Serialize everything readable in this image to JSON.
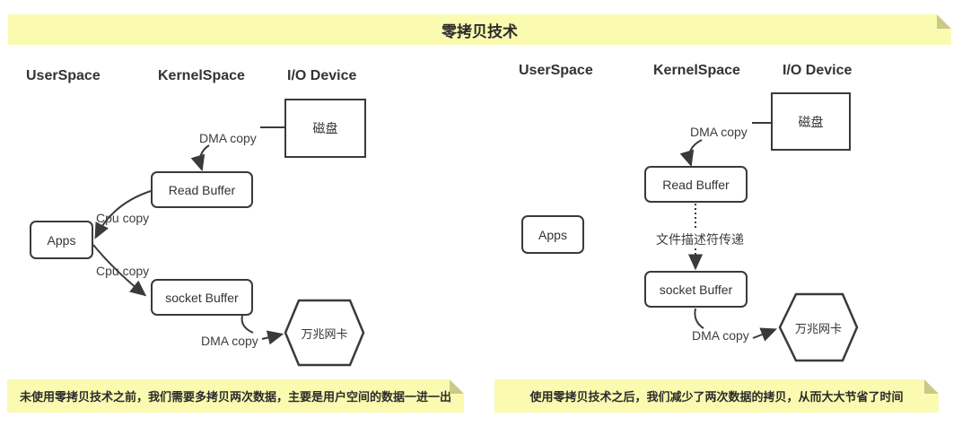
{
  "title_banner": {
    "text": "零拷贝技术"
  },
  "colors": {
    "banner_yellow": "#FAFAB0",
    "banner_fold": "#C9C98A",
    "stroke": "#3A3A3A",
    "text": "#333333"
  },
  "before": {
    "columns": {
      "user": "UserSpace",
      "kernel": "KernelSpace",
      "io": "I/O Device"
    },
    "nodes": {
      "disk": "磁盘",
      "read_buffer": "Read Buffer",
      "apps": "Apps",
      "socket_buffer": "socket Buffer",
      "nic": "万兆网卡"
    },
    "edges": {
      "dma_in": "DMA copy",
      "cpu_read": "Cpu copy",
      "cpu_write": "Cpu copy",
      "dma_out": "DMA copy"
    },
    "caption": "未使用零拷贝技术之前，我们需要多拷贝两次数据，主要是用户空间的数据一进一出"
  },
  "after": {
    "columns": {
      "user": "UserSpace",
      "kernel": "KernelSpace",
      "io": "I/O Device"
    },
    "nodes": {
      "disk": "磁盘",
      "read_buffer": "Read Buffer",
      "apps": "Apps",
      "socket_buffer": "socket Buffer",
      "nic": "万兆网卡"
    },
    "edges": {
      "dma_in": "DMA copy",
      "fd_pass": "文件描述符传递",
      "dma_out": "DMA copy"
    },
    "caption": "使用零拷贝技术之后，我们减少了两次数据的拷贝，从而大大节省了时间"
  }
}
